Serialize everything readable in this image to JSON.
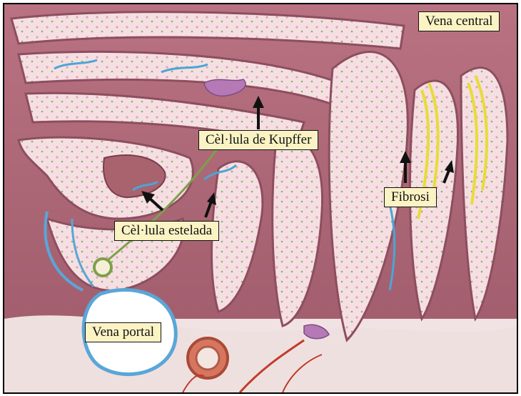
{
  "image": {
    "subject": "Cross-section illustration of liver tissue with hepatocyte plates, sinusoids and vessels",
    "colors": {
      "tissue": "#c98b9b",
      "hepatocyte": "#f7e1e3",
      "sinusoid": "#a86a78",
      "stellate": "#4aa6d6",
      "fibrosis": "#e7dc3a",
      "blood": "#c23b2a"
    }
  },
  "labels": {
    "vena_central": "Vena central",
    "kupffer": "Cèl·lula de Kupffer",
    "fibrosi": "Fibrosi",
    "estelada": "Cèl·lula estelada",
    "vena_portal": "Vena portal"
  }
}
